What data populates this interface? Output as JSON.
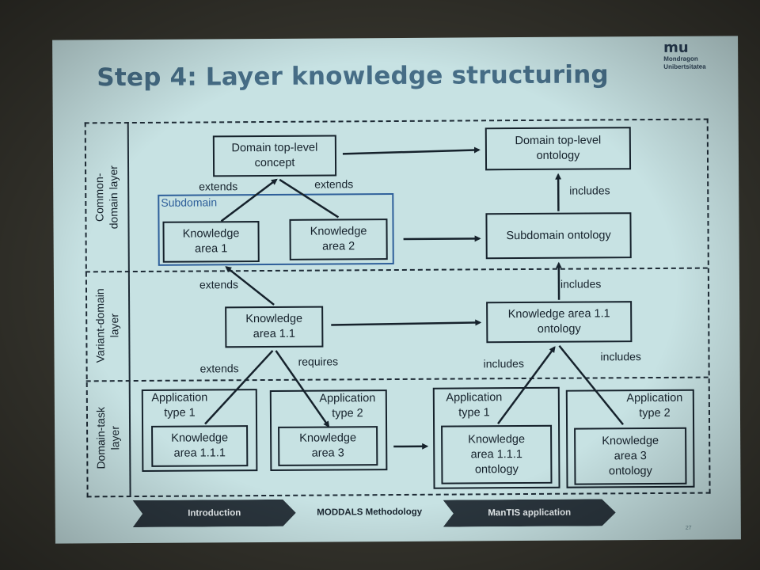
{
  "slide": {
    "title": "Step 4: Layer knowledge structuring",
    "logo": {
      "mark": "mu",
      "line1": "Mondragon",
      "line2": "Unibertsitatea"
    },
    "layers": {
      "common": "Common-\ndomain layer",
      "variant": "Variant-domain\nlayer",
      "task": "Domain-task\nlayer"
    },
    "left": {
      "top_concept": "Domain top-level\nconcept",
      "subdomain_label": "Subdomain",
      "ka1": "Knowledge\narea 1",
      "ka2": "Knowledge\narea 2",
      "ka11": "Knowledge\narea 1.1",
      "app1_title": "Application\ntype 1",
      "app1_ka": "Knowledge\narea 1.1.1",
      "app2_title": "Application\ntype 2",
      "app2_ka": "Knowledge\narea 3"
    },
    "right": {
      "top_ontology": "Domain top-level\nontology",
      "subdomain_ontology": "Subdomain ontology",
      "ka11_ontology": "Knowledge area 1.1\nontology",
      "app1_title": "Application\ntype 1",
      "app1_ontology": "Knowledge\narea  1.1.1\nontology",
      "app2_title": "Application\ntype 2",
      "app2_ontology": "Knowledge\narea 3\nontology"
    },
    "edges": {
      "extends_left": "extends",
      "extends_right": "extends",
      "extends_mid": "extends",
      "extends_low": "extends",
      "requires": "requires",
      "includes_top": "includes",
      "includes_mid": "includes",
      "includes_low_left": "includes",
      "includes_low_right": "includes"
    },
    "nav": [
      "Introduction",
      "MODDALS Methodology",
      "ManTIS application"
    ],
    "page_number": "27"
  }
}
